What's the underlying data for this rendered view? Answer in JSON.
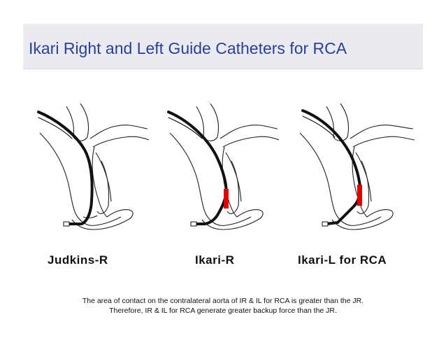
{
  "slide": {
    "title": "Ikari Right and Left Guide Catheters for RCA",
    "colors": {
      "title": "#2a3f97",
      "title_band": "#e9ebf1",
      "catheter": "#111111",
      "contact_marker": "#e00000"
    }
  },
  "panels": [
    {
      "label": "Judkins-R",
      "contact_marker": false
    },
    {
      "label": "Ikari-R",
      "contact_marker": true
    },
    {
      "label": "Ikari-L for RCA",
      "contact_marker": true
    }
  ],
  "caption": {
    "line1": "The area of contact on the contralateral aorta of IR & IL for RCA is greater than the JR.",
    "line2": "Therefore, IR & IL for RCA generate greater backup force than the JR."
  }
}
